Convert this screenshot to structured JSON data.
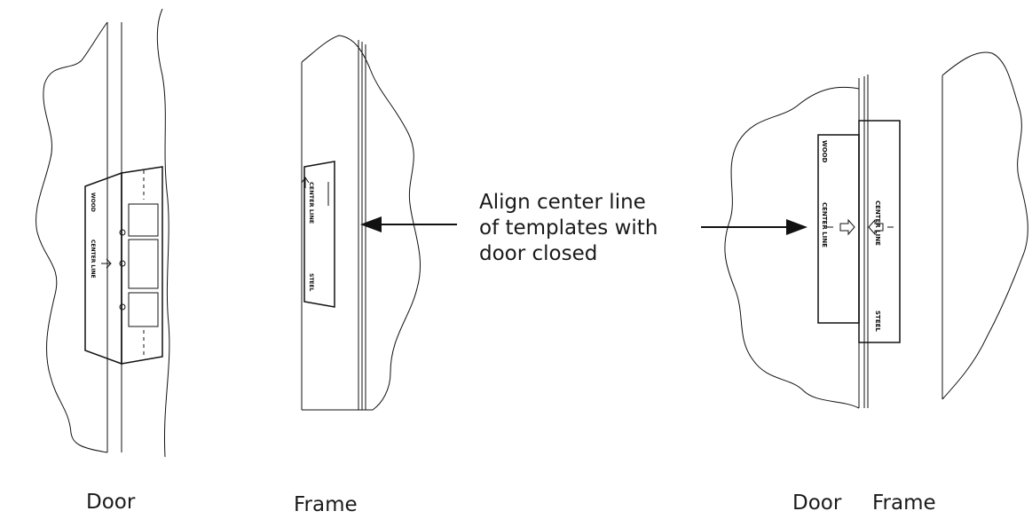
{
  "callout": {
    "lines": [
      "Align center line",
      "of templates with",
      "door closed"
    ]
  },
  "captions": {
    "door_left": "Door",
    "frame_mid": "Frame",
    "door_right": "Door",
    "frame_right": "Frame"
  },
  "template_labels": {
    "wood": "WOOD",
    "steel": "STEEL",
    "center_line": "CENTER LINE"
  },
  "colors": {
    "line": "#111111",
    "background": "#ffffff"
  }
}
